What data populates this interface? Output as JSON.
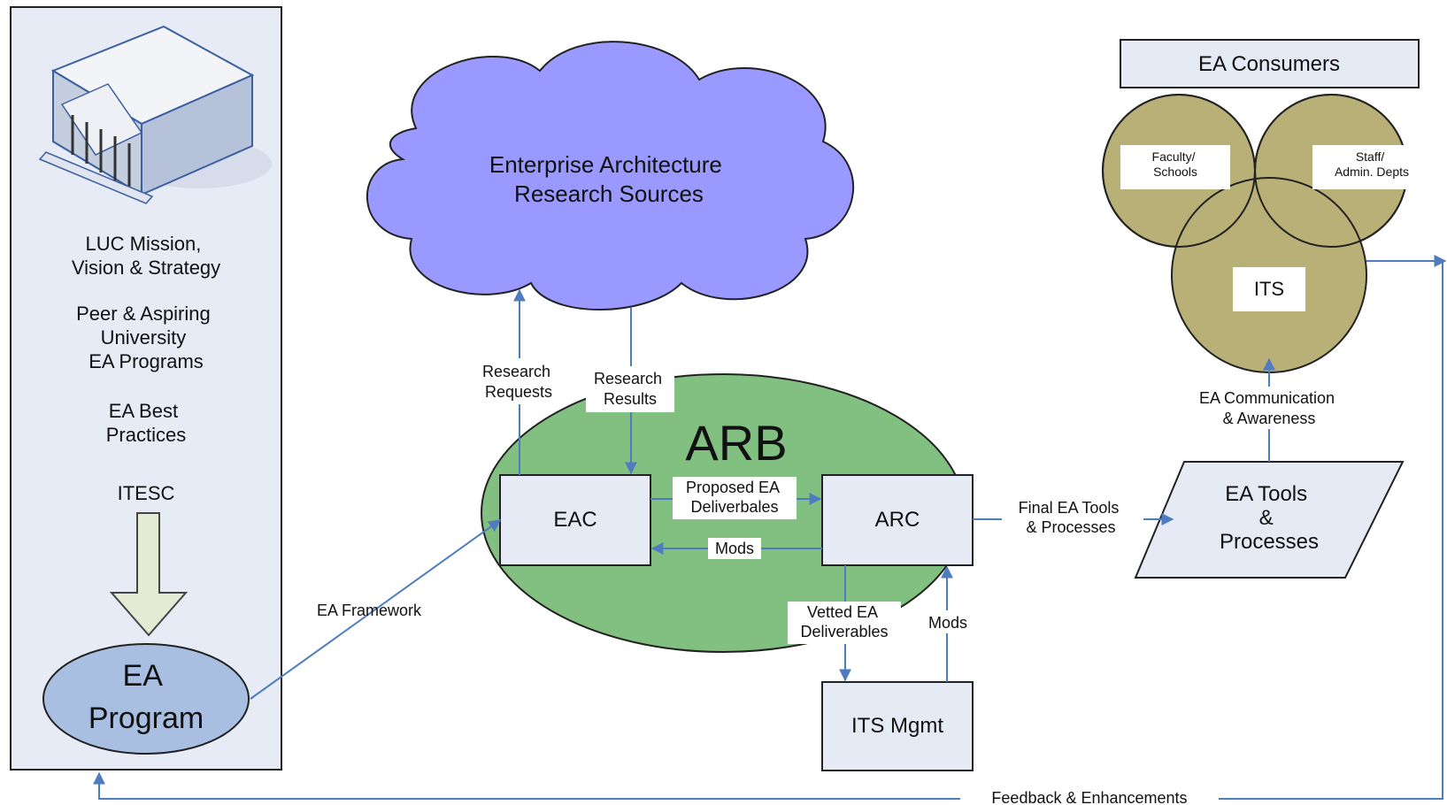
{
  "left_panel": {
    "items": [
      [
        "LUC Mission,",
        "Vision & Strategy"
      ],
      [
        "Peer & Aspiring",
        "University",
        "EA Programs"
      ],
      [
        "EA Best",
        "Practices"
      ],
      [
        "ITESC"
      ]
    ],
    "program": [
      "EA",
      "Program"
    ]
  },
  "cloud": {
    "lines": [
      "Enterprise Architecture",
      "Research Sources"
    ]
  },
  "arb": {
    "title": "ARB"
  },
  "boxes": {
    "eac": "EAC",
    "arc": "ARC",
    "its_mgmt": "ITS Mgmt"
  },
  "consumers": {
    "title": "EA Consumers",
    "faculty": [
      "Faculty/",
      "Schools"
    ],
    "staff": [
      "Staff/",
      "Admin. Depts"
    ],
    "its": "ITS"
  },
  "tools": {
    "lines": [
      "EA Tools",
      "&",
      "Processes"
    ]
  },
  "flows": {
    "research_requests": [
      "Research",
      "Requests"
    ],
    "research_results": [
      "Research",
      "Results"
    ],
    "proposed": [
      "Proposed EA",
      "Deliverbales"
    ],
    "mods": "Mods",
    "mods2": "Mods",
    "vetted": [
      "Vetted EA",
      "Deliverables"
    ],
    "final": [
      "Final EA Tools",
      "& Processes"
    ],
    "communication": [
      "EA Communication",
      "& Awareness"
    ],
    "framework": "EA Framework",
    "feedback": "Feedback & Enhancements"
  },
  "colors": {
    "panel": "#e6ebf5",
    "cloud": "#9999ff",
    "arb": "#82c082",
    "box": "#e6eaf5",
    "venn": "#b9b077",
    "program": "#a9bfe2",
    "arrow": "#4f7bbf",
    "down_arrow": "#e4ead4"
  },
  "icons": [
    "building-icon"
  ]
}
